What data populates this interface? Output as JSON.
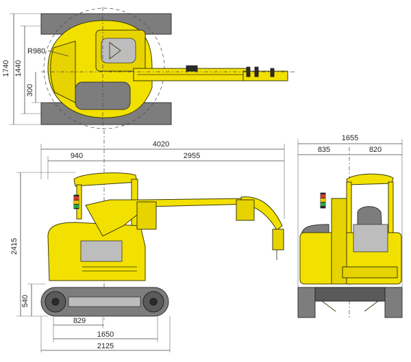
{
  "dimensions": {
    "top_view": {
      "overall_width": "1740",
      "track_span": "1440",
      "swing_radius": "R980",
      "offset": "300"
    },
    "side_view": {
      "overall_length": "4020",
      "front_to_center": "940",
      "center_to_tip": "2955",
      "height": "2415",
      "track_height": "540",
      "track_axle": "829",
      "tumbler_distance": "1650",
      "track_length": "2125"
    },
    "front_view": {
      "overall_width": "1655",
      "left_width": "835",
      "right_width": "820"
    }
  },
  "colors": {
    "machine_yellow": "#f2e000",
    "track_gray": "#7d7d7d"
  }
}
